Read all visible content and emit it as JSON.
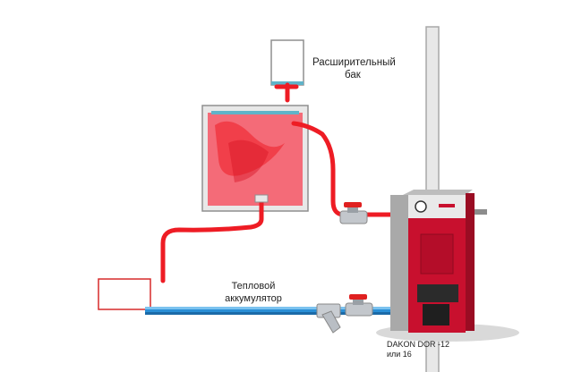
{
  "labels": {
    "expansion_tank": [
      "Расширительный",
      "бак"
    ],
    "heat_accumulator": [
      "Тепловой",
      "аккумулятор"
    ],
    "boiler": [
      "DAKON DOR -12",
      "или 16"
    ]
  },
  "colors": {
    "hot_pipe": "#ee1c24",
    "cold_pipe": "#2a8fd6",
    "tank_fill": "#f46b78",
    "wall": "#a8a8a8",
    "boiler_red": "#c8102e",
    "boiler_dark": "#2b2b2b",
    "outline": "#8f8f8f"
  },
  "icons": {
    "valve_hot": "ball-valve-icon",
    "valve_cold": "ball-valve-icon",
    "filter": "y-strainer-icon"
  }
}
